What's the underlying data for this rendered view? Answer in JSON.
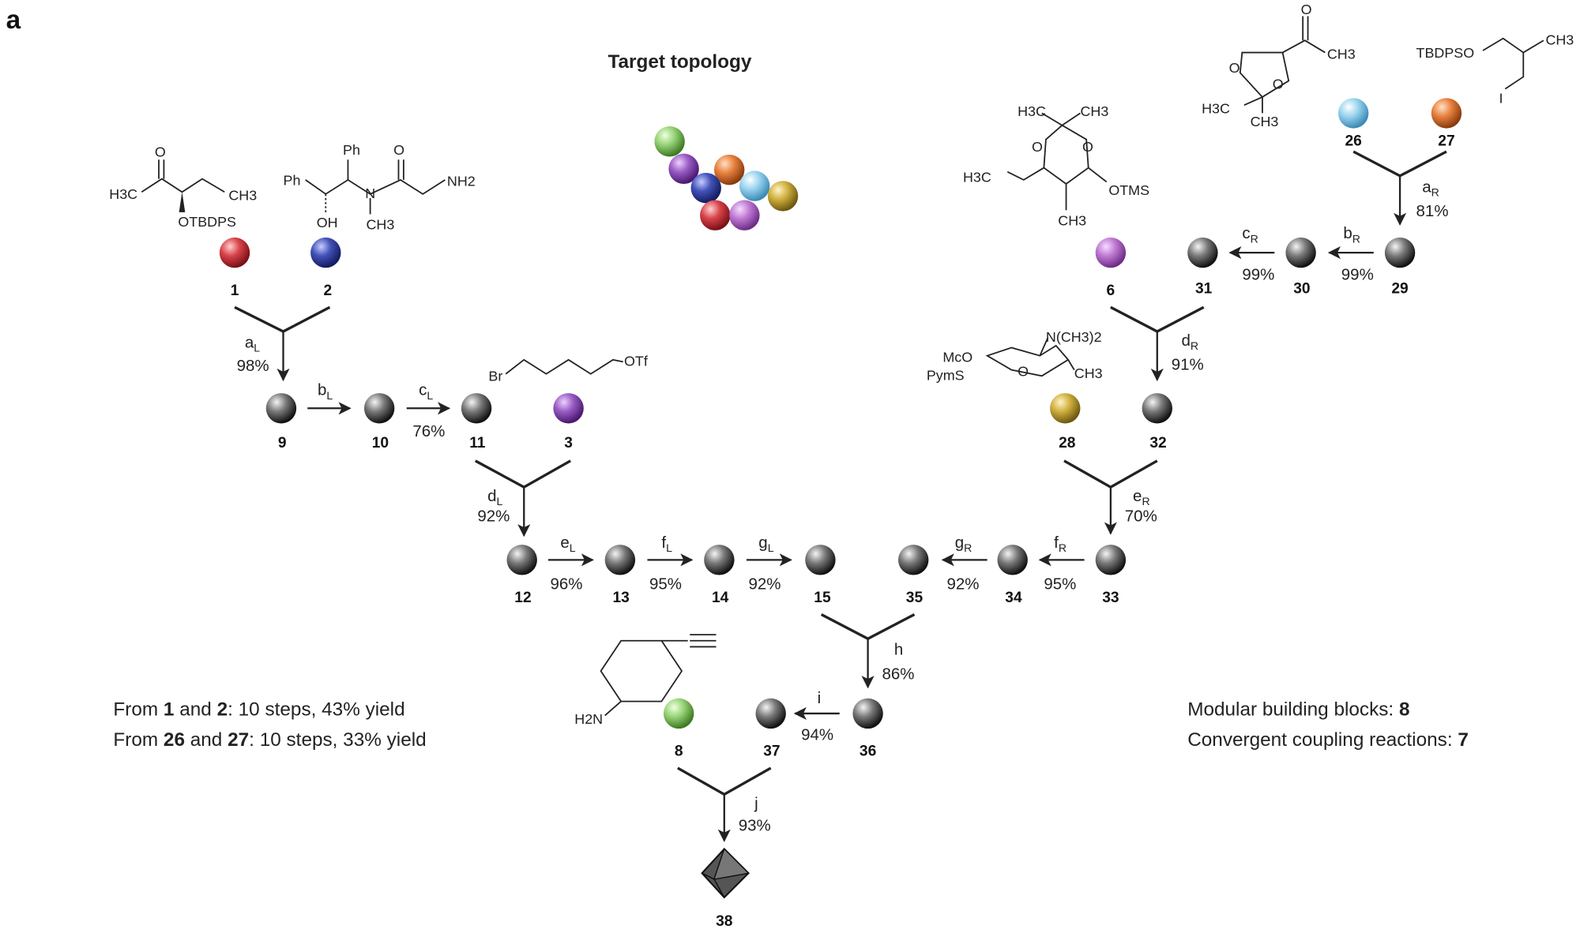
{
  "panel_label": "a",
  "title": "Target topology",
  "compounds": {
    "c1": "1",
    "c2": "2",
    "c3": "3",
    "c6": "6",
    "c8": "8",
    "c9": "9",
    "c10": "10",
    "c11": "11",
    "c12": "12",
    "c13": "13",
    "c14": "14",
    "c15": "15",
    "c26": "26",
    "c27": "27",
    "c28": "28",
    "c29": "29",
    "c30": "30",
    "c31": "31",
    "c32": "32",
    "c33": "33",
    "c34": "34",
    "c35": "35",
    "c36": "36",
    "c37": "37",
    "c38": "38"
  },
  "reactions": {
    "aL": {
      "letter": "a",
      "sub": "L",
      "yield": "98%"
    },
    "bL": {
      "letter": "b",
      "sub": "L"
    },
    "cL": {
      "letter": "c",
      "sub": "L",
      "yield": "76%"
    },
    "dL": {
      "letter": "d",
      "sub": "L",
      "yield": "92%"
    },
    "eL": {
      "letter": "e",
      "sub": "L",
      "yield": "96%"
    },
    "fL": {
      "letter": "f",
      "sub": "L",
      "yield": "95%"
    },
    "gL": {
      "letter": "g",
      "sub": "L",
      "yield": "92%"
    },
    "aR": {
      "letter": "a",
      "sub": "R",
      "yield": "81%"
    },
    "bR": {
      "letter": "b",
      "sub": "R",
      "yield": "99%"
    },
    "cR": {
      "letter": "c",
      "sub": "R",
      "yield": "99%"
    },
    "dR": {
      "letter": "d",
      "sub": "R",
      "yield": "91%"
    },
    "eR": {
      "letter": "e",
      "sub": "R",
      "yield": "70%"
    },
    "fR": {
      "letter": "f",
      "sub": "R",
      "yield": "95%"
    },
    "gR": {
      "letter": "g",
      "sub": "R",
      "yield": "92%"
    },
    "h": {
      "letter": "h",
      "yield": "86%"
    },
    "i": {
      "letter": "i",
      "yield": "94%"
    },
    "j": {
      "letter": "j",
      "yield": "93%"
    }
  },
  "structure_labels": {
    "s1_o": "O",
    "s1_h3c": "H3C",
    "s1_ch3": "CH3",
    "s1_otbdps": "OTBDPS",
    "s2_ph1": "Ph",
    "s2_ph2": "Ph",
    "s2_o": "O",
    "s2_n": "N",
    "s2_nh2": "NH2",
    "s2_oh": "OH",
    "s2_ch3": "CH3",
    "s3_br": "Br",
    "s3_otf": "OTf",
    "s6_h3c": "H3C",
    "s6_ch3": "CH3",
    "s6_o1": "O",
    "s6_o2": "O",
    "s6_h3c2": "H3C",
    "s6_otms": "OTMS",
    "s6_ch3b": "CH3",
    "s26_o": "O",
    "s26_o1": "O",
    "s26_o2": "O",
    "s26_ch3": "CH3",
    "s26_h3c": "H3C",
    "s26_ch3b": "CH3",
    "s27_tbdpso": "TBDPSO",
    "s27_ch3": "CH3",
    "s27_i": "I",
    "s28_mco": "McO",
    "s28_pyms": "PymS",
    "s28_nme2": "N(CH3)2",
    "s28_o": "O",
    "s28_ch3": "CH3",
    "s8_h2n": "H2N"
  },
  "summary": {
    "left_line1_prefix": "From ",
    "left_line1_a": "1",
    "left_line1_mid": " and ",
    "left_line1_b": "2",
    "left_line1_suffix": ": 10 steps, 43% yield",
    "left_line2_prefix": "From ",
    "left_line2_a": "26",
    "left_line2_mid": " and ",
    "left_line2_b": "27",
    "left_line2_suffix": ": 10 steps, 33% yield",
    "right_line1_label": "Modular building blocks: ",
    "right_line1_value": "8",
    "right_line2_label": "Convergent coupling reactions: ",
    "right_line2_value": "7"
  },
  "colors": {
    "red": "#c8323a",
    "blue": "#3a4aa8",
    "purple": "#8a4fb0",
    "lightpurple": "#b06cc4",
    "green": "#8fcf6a",
    "orange": "#e07a3a",
    "lightblue": "#8ccbe8",
    "gold": "#c8a83a",
    "grey": "#3c3c3c"
  }
}
